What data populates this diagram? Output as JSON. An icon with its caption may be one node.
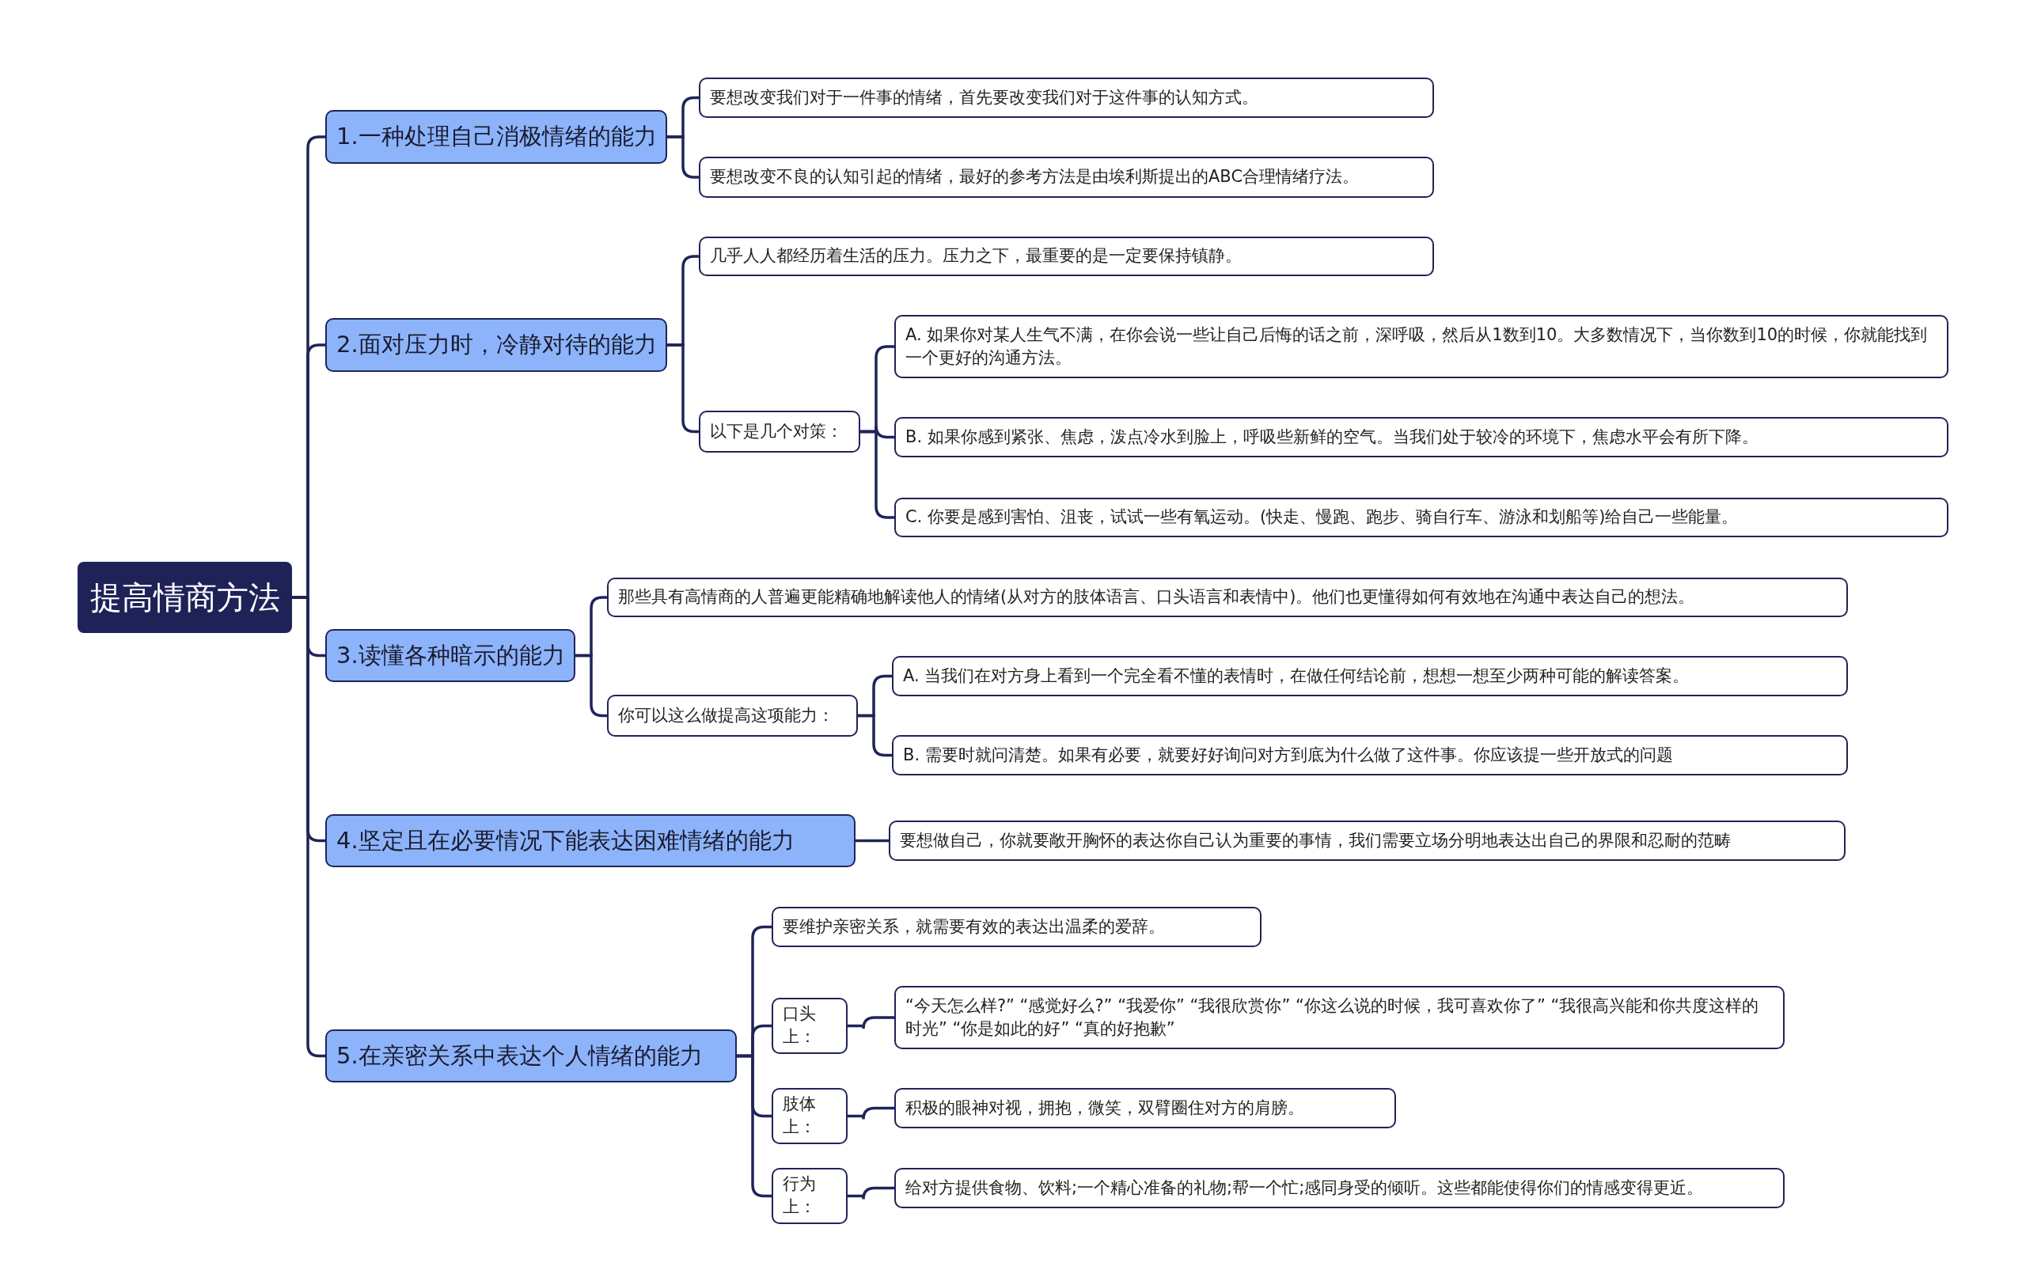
{
  "diagram": {
    "nodes": [
      {
        "text": [
          "提高情商方法"
        ]
      },
      {
        "text": [
          "1.一种处理自己消极情绪的能力"
        ]
      },
      {
        "text": [
          "要想改变我们对于一件事的情绪，首先要改变我们对于这件事的认知方式。"
        ]
      },
      {
        "text": [
          "要想改变不良的认知引起的情绪，最好的参考方法是由埃利斯提出的ABC合理情绪疗法。"
        ]
      },
      {
        "text": [
          "2.面对压力时，冷静对待的能力"
        ]
      },
      {
        "text": [
          "几乎人人都经历着生活的压力。压力之下，最重要的是一定要保持镇静。"
        ]
      },
      {
        "text": [
          "以下是几个对策："
        ]
      },
      {
        "text": [
          "A. 如果你对某人生气不满，在你会说一些让自己后悔的话之前，深呼吸，然后从1数到10。大多数情况下，当你数到10的时候，你就能找到一个更好的沟通方法。"
        ]
      },
      {
        "text": [
          "B. 如果你感到紧张、焦虑，泼点冷水到脸上，呼吸些新鲜的空气。当我们处于较冷的环境下，焦虑水平会有所下降。"
        ]
      },
      {
        "text": [
          "C. 你要是感到害怕、沮丧，试试一些有氧运动。(快走、慢跑、跑步、骑自行车、游泳和划船等)给自己一些能量。"
        ]
      },
      {
        "text": [
          "3.读懂各种暗示的能力"
        ]
      },
      {
        "text": [
          "那些具有高情商的人普遍更能精确地解读他人的情绪(从对方的肢体语言、口头语言和表情中)。他们也更懂得如何有效地在沟通中表达自己的想法。"
        ]
      },
      {
        "text": [
          "你可以这么做提高这项能力："
        ]
      },
      {
        "text": [
          "A. 当我们在对方身上看到一个完全看不懂的表情时，在做任何结论前，想想一想至少两种可能的解读答案。"
        ]
      },
      {
        "text": [
          "B. 需要时就问清楚。如果有必要，就要好好询问对方到底为什么做了这件事。你应该提一些开放式的问题"
        ]
      },
      {
        "text": [
          "4.坚定且在必要情况下能表达困难情绪的能力"
        ]
      },
      {
        "text": [
          "要想做自己，你就要敞开胸怀的表达你自己认为重要的事情，我们需要立场分明地表达出自己的界限和忍耐的范畴"
        ]
      },
      {
        "text": [
          "5.在亲密关系中表达个人情绪的能力"
        ]
      },
      {
        "text": [
          "要维护亲密关系，就需要有效的表达出温柔的爱辞。"
        ]
      },
      {
        "text": [
          "口头上："
        ]
      },
      {
        "text": [
          "“今天怎么样?” “感觉好么?” “我爱你” “我很欣赏你” “你这么说的时候，我可喜欢你了” “我很高兴能和你共度这样的时光” “你是如此的好” “真的好抱歉”"
        ]
      },
      {
        "text": [
          "肢体上："
        ]
      },
      {
        "text": [
          "积极的眼神对视，拥抱，微笑，双臂圈住对方的肩膀。"
        ]
      },
      {
        "text": [
          "行为上："
        ]
      },
      {
        "text": [
          "给对方提供食物、饮料;一个精心准备的礼物;帮一个忙;感同身受的倾听。这些都能使得你们的情感变得更近。"
        ]
      }
    ],
    "edges": [
      {
        "from": 0,
        "to": 1,
        "arrow": "none"
      },
      {
        "from": 0,
        "to": 4,
        "arrow": "none"
      },
      {
        "from": 0,
        "to": 10,
        "arrow": "none"
      },
      {
        "from": 0,
        "to": 15,
        "arrow": "none"
      },
      {
        "from": 0,
        "to": 17,
        "arrow": "none"
      },
      {
        "from": 1,
        "to": 2,
        "arrow": "none"
      },
      {
        "from": 1,
        "to": 3,
        "arrow": "none"
      },
      {
        "from": 4,
        "to": 5,
        "arrow": "none"
      },
      {
        "from": 4,
        "to": 6,
        "arrow": "none"
      },
      {
        "from": 6,
        "to": 7,
        "arrow": "none"
      },
      {
        "from": 6,
        "to": 8,
        "arrow": "none"
      },
      {
        "from": 6,
        "to": 9,
        "arrow": "none"
      },
      {
        "from": 10,
        "to": 11,
        "arrow": "none"
      },
      {
        "from": 10,
        "to": 12,
        "arrow": "none"
      },
      {
        "from": 12,
        "to": 13,
        "arrow": "none"
      },
      {
        "from": 12,
        "to": 14,
        "arrow": "none"
      },
      {
        "from": 15,
        "to": 16,
        "arrow": "none"
      },
      {
        "from": 17,
        "to": 18,
        "arrow": "none"
      },
      {
        "from": 17,
        "to": 19,
        "arrow": "none"
      },
      {
        "from": 17,
        "to": 21,
        "arrow": "none"
      },
      {
        "from": 17,
        "to": 23,
        "arrow": "none"
      },
      {
        "from": 19,
        "to": 20,
        "arrow": "none"
      },
      {
        "from": 21,
        "to": 22,
        "arrow": "none"
      },
      {
        "from": 23,
        "to": 24,
        "arrow": "none"
      }
    ]
  }
}
